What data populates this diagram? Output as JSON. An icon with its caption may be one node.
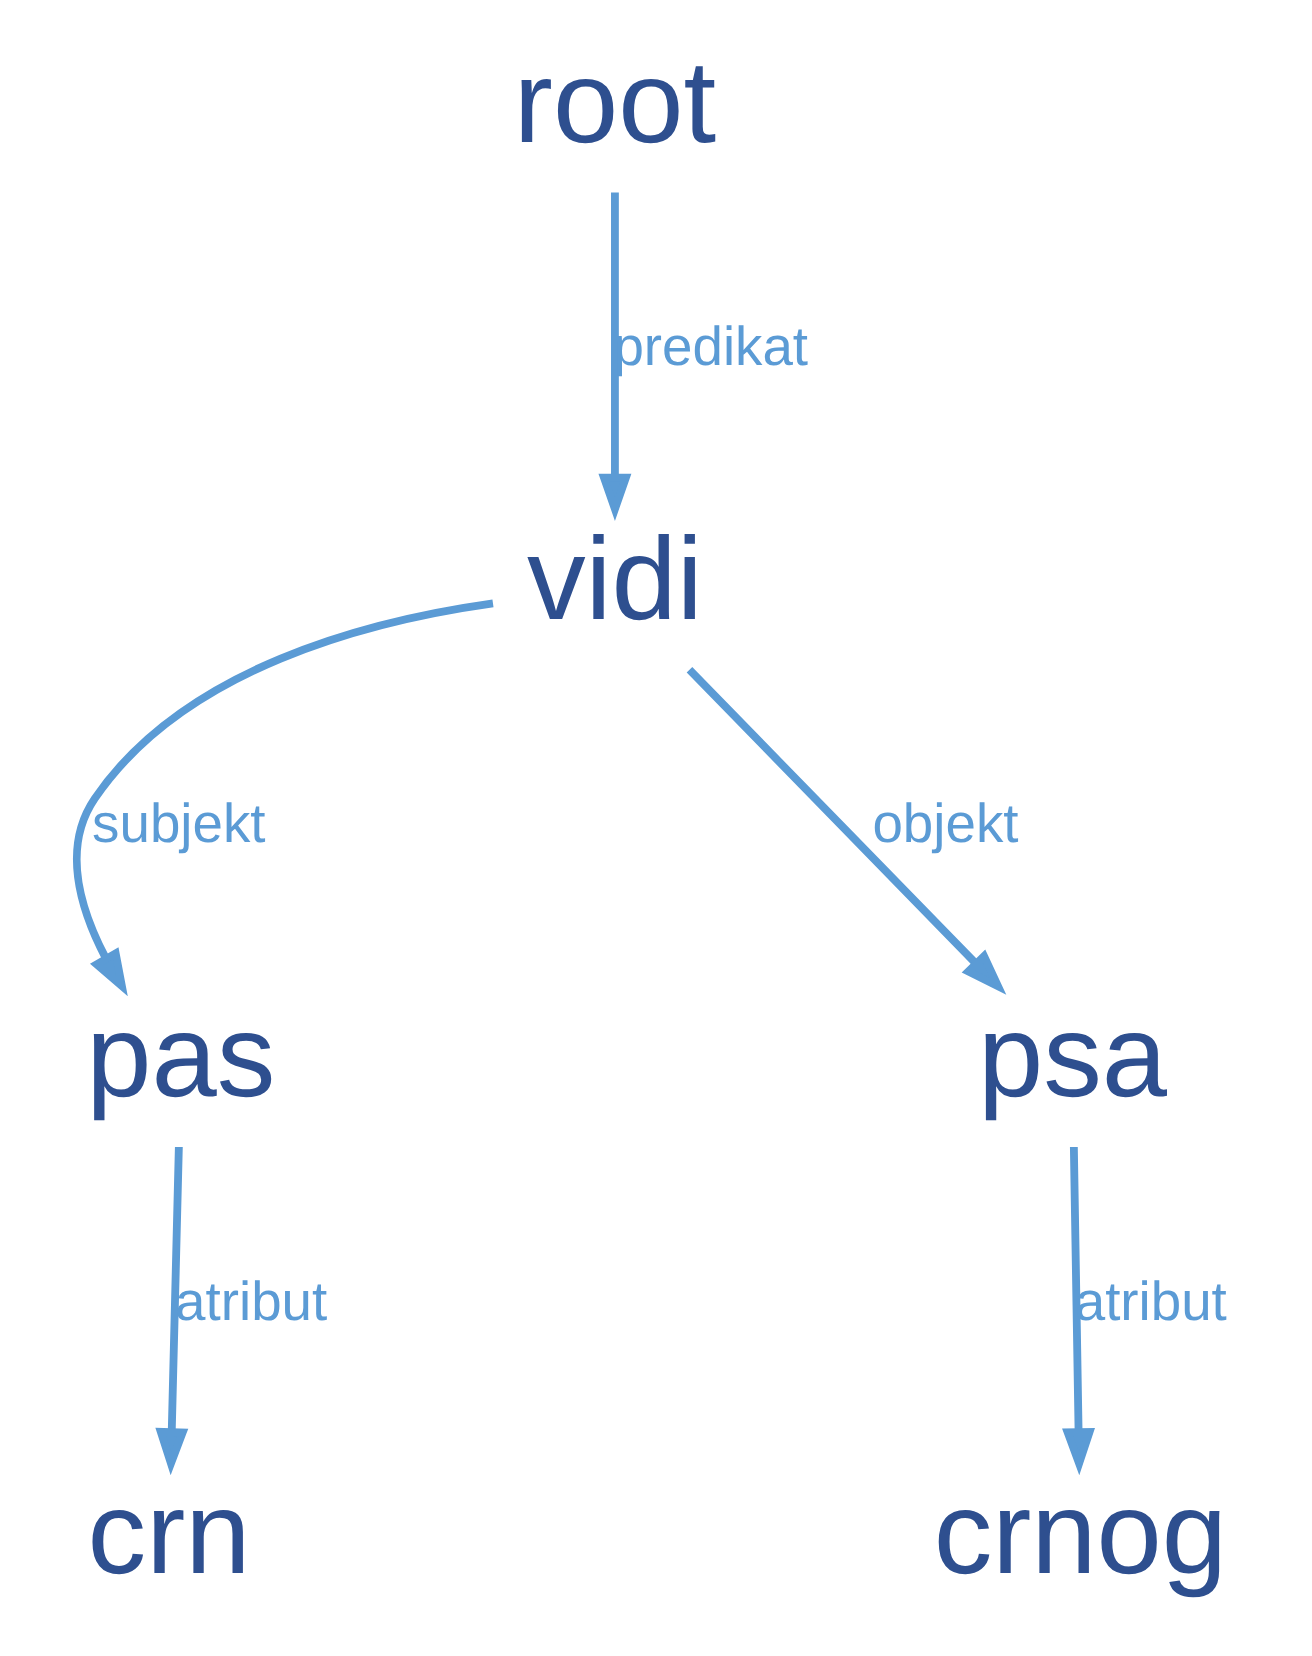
{
  "diagram": {
    "nodes": [
      {
        "text": [
          "root"
        ]
      },
      {
        "text": [
          "vidi"
        ]
      },
      {
        "text": [
          "pas"
        ]
      },
      {
        "text": [
          "psa"
        ]
      },
      {
        "text": [
          "crn"
        ]
      },
      {
        "text": [
          "crnog"
        ]
      }
    ],
    "edges": [
      {
        "from": 0,
        "to": 1,
        "arrow": "to",
        "label": "predikat"
      },
      {
        "from": 1,
        "to": 2,
        "arrow": "to",
        "label": "subjekt"
      },
      {
        "from": 1,
        "to": 3,
        "arrow": "to",
        "label": "objekt"
      },
      {
        "from": 2,
        "to": 4,
        "arrow": "to",
        "label": "atribut"
      },
      {
        "from": 3,
        "to": 5,
        "arrow": "to",
        "label": "atribut"
      }
    ]
  }
}
